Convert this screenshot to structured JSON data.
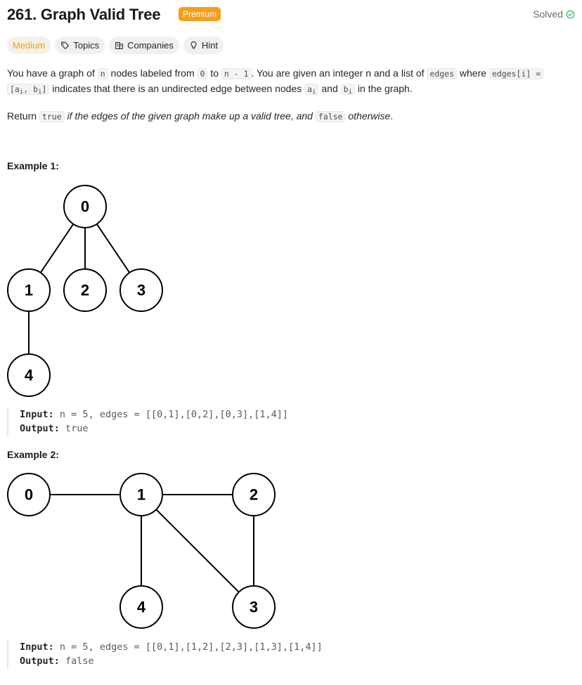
{
  "header": {
    "title": "261. Graph Valid Tree",
    "premium_label": "Premium",
    "solved_label": "Solved"
  },
  "tags": {
    "difficulty": "Medium",
    "topics": "Topics",
    "companies": "Companies",
    "hint": "Hint"
  },
  "description": {
    "p1_a": "You have a graph of ",
    "code_n": "n",
    "p1_b": " nodes labeled from ",
    "code_0": "0",
    "p1_c": " to ",
    "code_n1": "n - 1",
    "p1_d": ". You are given an integer n and a list of ",
    "code_edges": "edges",
    "p1_e": " where ",
    "code_edges_i": "edges[i] =",
    "code_pair_a": "[a",
    "sub_i1": "i",
    "code_pair_b": ", b",
    "sub_i2": "i",
    "code_pair_c": "]",
    "p1_f": " indicates that there is an undirected edge between nodes ",
    "code_ai": "a",
    "sub_i3": "i",
    "p1_g": " and ",
    "code_bi": "b",
    "sub_i4": "i",
    "p1_h": " in the graph.",
    "p2_a": "Return ",
    "code_true": "true",
    "p2_em": " if the edges of the given graph make up a valid tree, and ",
    "code_false": "false",
    "p2_em2": " otherwise",
    "p2_end": "."
  },
  "examples": [
    {
      "title": "Example 1:",
      "graph": {
        "nodes": [
          "0",
          "1",
          "2",
          "3",
          "4"
        ],
        "edges": [
          [
            "0",
            "1"
          ],
          [
            "0",
            "2"
          ],
          [
            "0",
            "3"
          ],
          [
            "1",
            "4"
          ]
        ]
      },
      "input_label": "Input:",
      "input_value": "n = 5, edges = [[0,1],[0,2],[0,3],[1,4]]",
      "output_label": "Output:",
      "output_value": "true"
    },
    {
      "title": "Example 2:",
      "graph": {
        "nodes": [
          "0",
          "1",
          "2",
          "3",
          "4"
        ],
        "edges": [
          [
            "0",
            "1"
          ],
          [
            "1",
            "2"
          ],
          [
            "2",
            "3"
          ],
          [
            "1",
            "3"
          ],
          [
            "1",
            "4"
          ]
        ]
      },
      "input_label": "Input:",
      "input_value": "n = 5, edges = [[0,1],[1,2],[2,3],[1,3],[1,4]]",
      "output_label": "Output:",
      "output_value": "false"
    }
  ],
  "colors": {
    "premium": "#f59e1b",
    "medium": "#f0a30a",
    "solved_check": "#2cbb5d"
  },
  "icons": {
    "solved": "check-circle-icon",
    "topics": "tag-icon",
    "companies": "building-icon",
    "hint": "lightbulb-icon"
  }
}
